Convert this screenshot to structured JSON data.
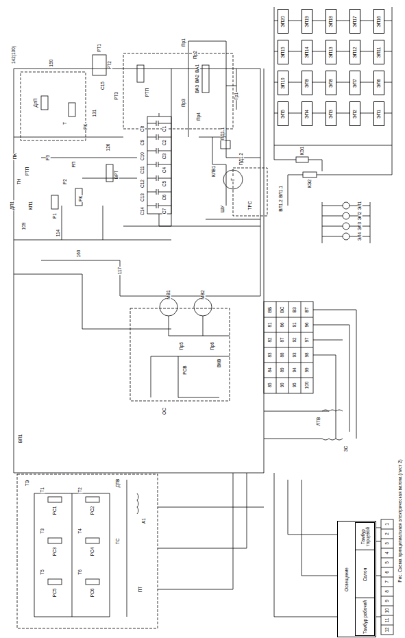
{
  "diagram": {
    "caption": "Рис. Схема принципиальная электрическая вагона (лист 2)",
    "nodes": [
      {
        "text": [
          "ЭП1"
        ]
      },
      {
        "text": [
          "ЭП2"
        ]
      },
      {
        "text": [
          "ЭП3"
        ]
      },
      {
        "text": [
          "ЭП4"
        ]
      },
      {
        "text": [
          "ЭП5"
        ]
      },
      {
        "text": [
          "ЭП6"
        ]
      },
      {
        "text": [
          "ЭП7"
        ]
      },
      {
        "text": [
          "ЭП8"
        ]
      },
      {
        "text": [
          "ЭП9"
        ]
      },
      {
        "text": [
          "ЭП10"
        ]
      },
      {
        "text": [
          "ЭП11"
        ]
      },
      {
        "text": [
          "ЭП12"
        ]
      },
      {
        "text": [
          "ЭП13"
        ]
      },
      {
        "text": [
          "ЭП14"
        ]
      },
      {
        "text": [
          "ЭП15"
        ]
      },
      {
        "text": [
          "ЭП16"
        ]
      },
      {
        "text": [
          "ЭП17"
        ]
      },
      {
        "text": [
          "ЭП18"
        ]
      },
      {
        "text": [
          "ЭП19"
        ]
      },
      {
        "text": [
          "ЭП20"
        ]
      },
      {
        "text": [
          "Освещение"
        ]
      },
      {
        "text": [
          "Тамбур торцевой"
        ],
        "in": 20
      },
      {
        "text": [
          "Салон"
        ],
        "in": 20
      },
      {
        "text": [
          "Тамбур рабочий"
        ],
        "in": 20
      }
    ],
    "labels": [
      "ПК",
      "ДлП",
      "ТН",
      "РТП",
      "ДП1",
      "КП1",
      "Р1",
      "Р2",
      "РК",
      "Р3",
      "С15",
      "РТ1",
      "РТ2",
      "РТ3",
      "РТП",
      "РК",
      "ВРТ",
      "Т",
      "РП",
      "142(130)",
      "150",
      "131",
      "126",
      "109",
      "114",
      "117",
      "160",
      "С1",
      "С2",
      "С3",
      "С4",
      "С5",
      "С6",
      "С7",
      "С8",
      "С9",
      "С10",
      "С11",
      "С12",
      "С13",
      "С14",
      "ПД1.1",
      "ПД1.2",
      "КЛВ1",
      "ВА1",
      "ВА2",
      "ВА3",
      "Пр1",
      "Пр2",
      "Пр3",
      "Пр4",
      "Гр1",
      "КЭ1",
      "КЭ2",
      "ЭЛ1",
      "ЭЛ2",
      "ЭЛ3",
      "ЭЛ4",
      "ВЛ1.1",
      "ВЛ1.2",
      "Г",
      "ТРС",
      "ШУ",
      "ВП1",
      "ТЭ",
      "Т1",
      "Т2",
      "Т3",
      "Т4",
      "Т5",
      "Т6",
      "РС1",
      "РС2",
      "РС3",
      "РС4",
      "РС5",
      "РС6",
      "ДТВ",
      "А1",
      "ТС",
      "ПТ",
      "РСВ",
      "МВ1",
      "МВ2",
      "ВКВ",
      "ОС",
      "Пр5",
      "Пр6",
      "ЛТВ",
      "ЗС",
      "ВБ",
      "81",
      "82",
      "83",
      "84",
      "85",
      "ВС",
      "86",
      "87",
      "88",
      "89",
      "90",
      "ВЗ",
      "91",
      "92",
      "93",
      "94",
      "95",
      "ВТ",
      "96",
      "97",
      "98",
      "99",
      "100",
      "1",
      "2",
      "3",
      "4",
      "5",
      "6",
      "7",
      "8",
      "9",
      "10",
      "11",
      "12"
    ]
  }
}
